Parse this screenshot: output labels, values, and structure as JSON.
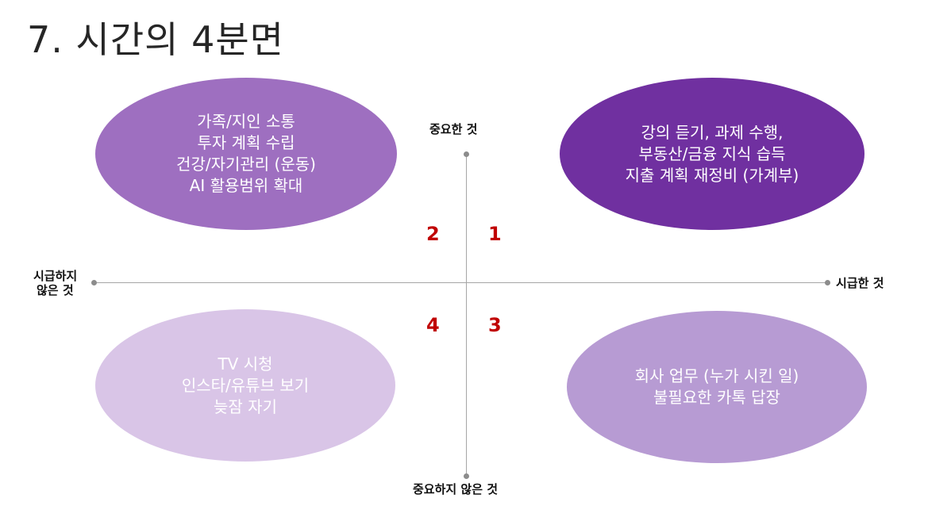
{
  "title": "7. 시간의 4분면",
  "axes": {
    "top": "중요한 것",
    "bottom": "중요하지 않은 것",
    "left_line1": "시급하지",
    "left_line2": "않은 것",
    "right": "시급한 것"
  },
  "quadrants": [
    {
      "number": "1",
      "color": "#7030a0",
      "lines": [
        "강의 듣기, 과제 수행,",
        "부동산/금융 지식 습득",
        "지출 계획 재정비 (가계부)"
      ]
    },
    {
      "number": "2",
      "color": "#9e6fc0",
      "lines": [
        "가족/지인 소통",
        "투자 계획 수립",
        "건강/자기관리 (운동)",
        "AI 활용범위 확대"
      ]
    },
    {
      "number": "3",
      "color": "#b79bd3",
      "lines": [
        "회사 업무 (누가 시킨 일)",
        "불필요한 카톡 답장"
      ]
    },
    {
      "number": "4",
      "color": "#d9c5e7",
      "lines": [
        "TV 시청",
        "인스타/유튜브 보기",
        "늦잠 자기"
      ]
    }
  ]
}
